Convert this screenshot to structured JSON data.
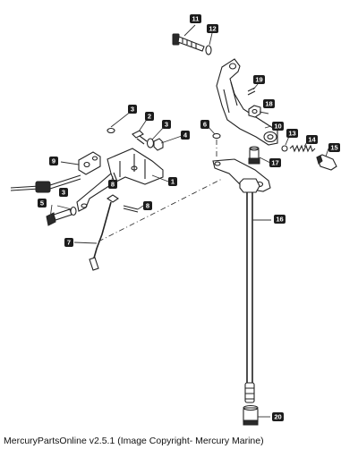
{
  "callouts": [
    {
      "id": "1",
      "label": "1"
    },
    {
      "id": "2",
      "label": "2"
    },
    {
      "id": "3a",
      "label": "3"
    },
    {
      "id": "3b",
      "label": "3"
    },
    {
      "id": "3c",
      "label": "3"
    },
    {
      "id": "4",
      "label": "4"
    },
    {
      "id": "5",
      "label": "5"
    },
    {
      "id": "6",
      "label": "6"
    },
    {
      "id": "7",
      "label": "7"
    },
    {
      "id": "8a",
      "label": "8"
    },
    {
      "id": "8b",
      "label": "8"
    },
    {
      "id": "9",
      "label": "9"
    },
    {
      "id": "10",
      "label": "10"
    },
    {
      "id": "11",
      "label": "11"
    },
    {
      "id": "12",
      "label": "12"
    },
    {
      "id": "13",
      "label": "13"
    },
    {
      "id": "14",
      "label": "14"
    },
    {
      "id": "15",
      "label": "15"
    },
    {
      "id": "16",
      "label": "16"
    },
    {
      "id": "17",
      "label": "17"
    },
    {
      "id": "18",
      "label": "18"
    },
    {
      "id": "19",
      "label": "19"
    },
    {
      "id": "20",
      "label": "20"
    }
  ],
  "footer": {
    "text": "MercuryPartsOnline v2.5.1 (Image Copyright- Mercury Marine)"
  }
}
